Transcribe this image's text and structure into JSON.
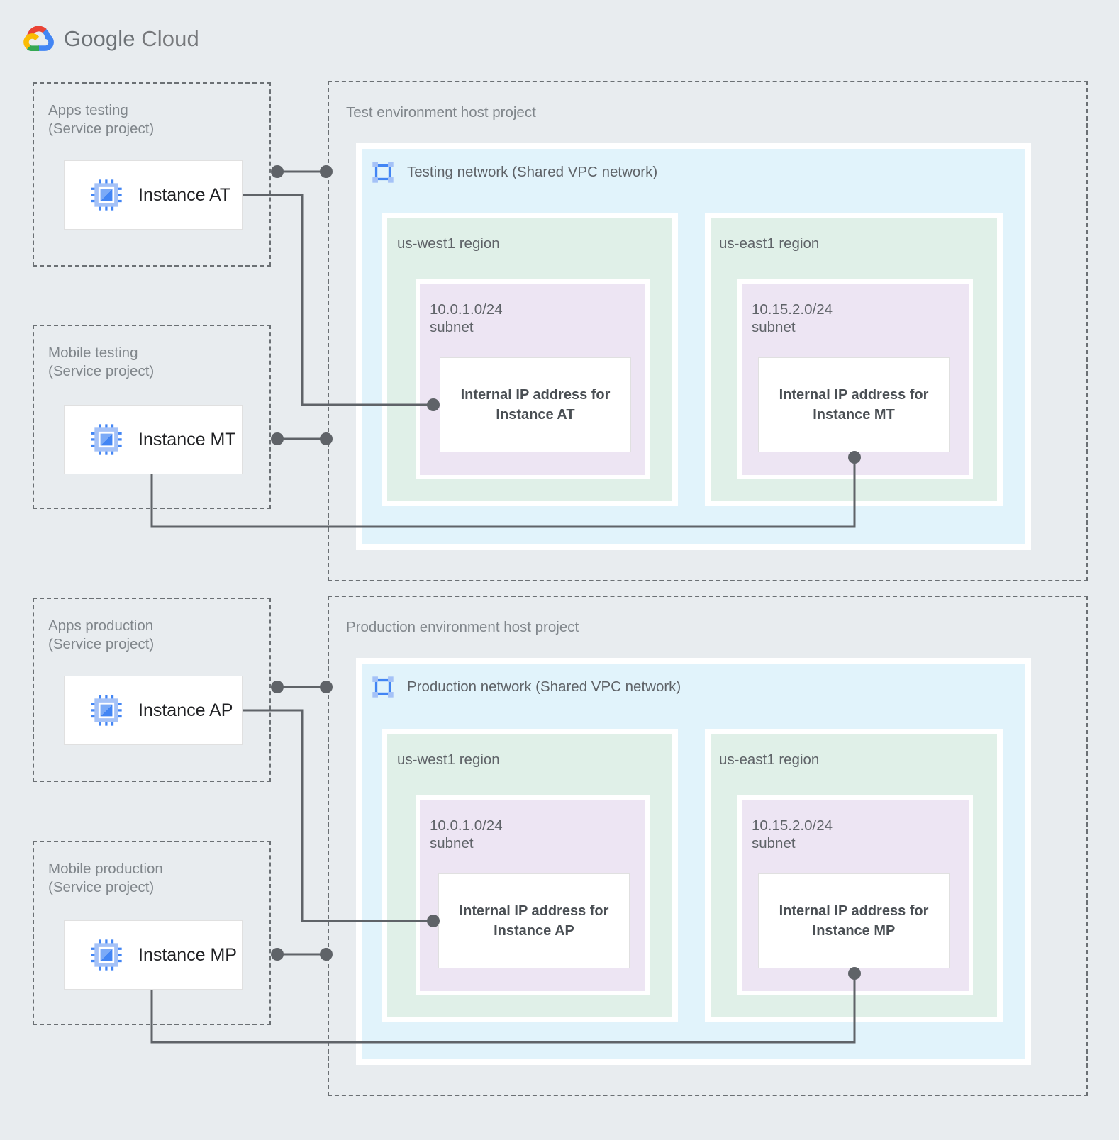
{
  "brand": {
    "name_bold": "Google",
    "name_light": " Cloud",
    "logo_icon": "google-cloud-logo-icon",
    "colors": {
      "red": "#ea4335",
      "yellow": "#fbbc04",
      "green": "#34a853",
      "blue": "#4285f4",
      "text": "#6d7276"
    }
  },
  "palette": {
    "page_background": "#e8ecef",
    "network_fill": "#e1f3fb",
    "region_fill": "#e0f0e8",
    "subnet_fill": "#ede5f3",
    "card_fill": "#ffffff",
    "dashed_border": "#6b7074",
    "connector": "#5f6368",
    "label_text": "#80868b",
    "icon_blue": "#4285f4",
    "icon_blue_light": "#a5c2f7"
  },
  "environments": [
    {
      "id": "test",
      "host_project": {
        "title": "Test environment host project",
        "network": {
          "label": "Testing network (Shared VPC network)",
          "icon": "vpc-network-icon",
          "regions": [
            {
              "label": "us-west1 region",
              "subnet": {
                "label": "10.0.1.0/24\nsubnet",
                "cidr": "10.0.1.0/24",
                "ip_card": "Internal IP address for\nInstance AT"
              }
            },
            {
              "label": "us-east1 region",
              "subnet": {
                "label": "10.15.2.0/24\nsubnet",
                "cidr": "10.15.2.0/24",
                "ip_card": "Internal IP address for\nInstance MT"
              }
            }
          ]
        }
      },
      "service_projects": [
        {
          "title": "Apps testing\n(Service project)",
          "instance": {
            "name": "Instance AT",
            "icon": "vm-instance-icon"
          }
        },
        {
          "title": "Mobile testing\n(Service project)",
          "instance": {
            "name": "Instance MT",
            "icon": "vm-instance-icon"
          }
        }
      ]
    },
    {
      "id": "production",
      "host_project": {
        "title": "Production environment host project",
        "network": {
          "label": "Production network (Shared VPC network)",
          "icon": "vpc-network-icon",
          "regions": [
            {
              "label": "us-west1 region",
              "subnet": {
                "label": "10.0.1.0/24\nsubnet",
                "cidr": "10.0.1.0/24",
                "ip_card": "Internal IP address for\nInstance AP"
              }
            },
            {
              "label": "us-east1 region",
              "subnet": {
                "label": "10.15.2.0/24\nsubnet",
                "cidr": "10.15.2.0/24",
                "ip_card": "Internal IP address for\nInstance MP"
              }
            }
          ]
        }
      },
      "service_projects": [
        {
          "title": "Apps production\n(Service project)",
          "instance": {
            "name": "Instance AP",
            "icon": "vm-instance-icon"
          }
        },
        {
          "title": "Mobile production\n(Service project)",
          "instance": {
            "name": "Instance MP",
            "icon": "vm-instance-icon"
          }
        }
      ]
    }
  ]
}
